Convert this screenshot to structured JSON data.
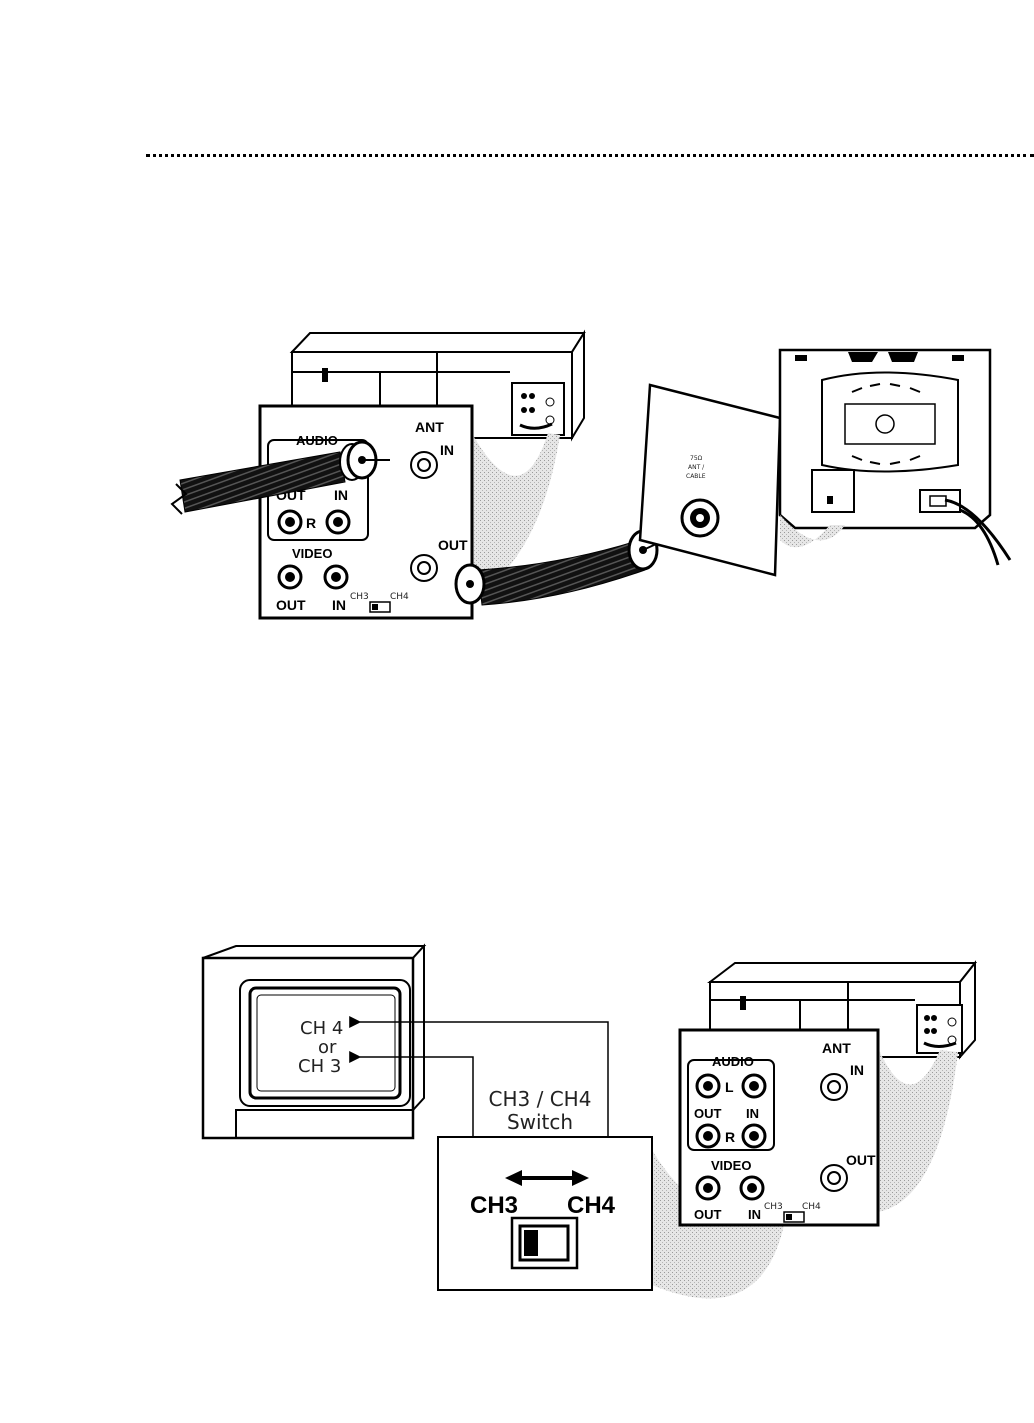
{
  "fig1": {
    "panel": {
      "audio": "AUDIO",
      "ant": "ANT",
      "in_label": "IN",
      "out_label": "OUT",
      "audio_out": "OUT",
      "audio_in": "IN",
      "r": "R",
      "video": "VIDEO",
      "video_out": "OUT",
      "video_in": "IN",
      "ch3": "CH3",
      "ch4": "CH4"
    },
    "wall_plate_text": [
      "75Ω",
      "ANT /",
      "CABLE"
    ]
  },
  "fig2": {
    "tv_screen": {
      "ch4": "CH 4",
      "or": "or",
      "ch3": "CH 3"
    },
    "switch_box": {
      "title_line1": "CH3 / CH4",
      "title_line2": "Switch",
      "ch3": "CH3",
      "ch4": "CH4"
    },
    "panel": {
      "audio": "AUDIO",
      "ant": "ANT",
      "in_label": "IN",
      "l": "L",
      "audio_out": "OUT",
      "audio_in": "IN",
      "r": "R",
      "out_label": "OUT",
      "video": "VIDEO",
      "video_out": "OUT",
      "video_in": "IN",
      "ch3": "CH3",
      "ch4": "CH4"
    }
  }
}
